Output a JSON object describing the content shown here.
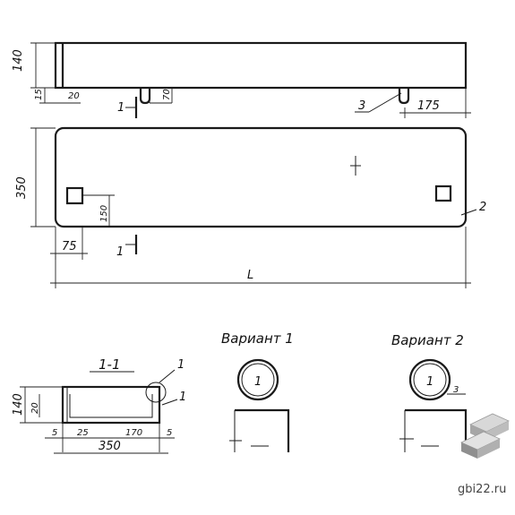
{
  "elevation": {
    "height_dim": "140",
    "offset_dim_15": "15",
    "offset_dim_20": "20",
    "loop_dim_70": "70",
    "section_mark": "1",
    "callout_3": "3",
    "right_dim_175": "175"
  },
  "plan": {
    "width_dim_350": "350",
    "hole_dim_150": "150",
    "left_dim_75": "75",
    "section_mark": "1",
    "callout_2": "2",
    "length_label": "L"
  },
  "section": {
    "title": "1-1",
    "height_dim": "140",
    "dim_20": "20",
    "dim_5_left": "5",
    "dim_25": "25",
    "dim_170": "170",
    "dim_5_right": "5",
    "width_dim": "350",
    "callout_1_top": "1",
    "callout_1_side": "1"
  },
  "variant1": {
    "title": "Вариант 1",
    "circle_label": "1"
  },
  "variant2": {
    "title": "Вариант 2",
    "circle_label": "1",
    "callout": "3"
  },
  "watermark": {
    "text": "gbi22.ru",
    "accent": "#8a8a8a"
  }
}
